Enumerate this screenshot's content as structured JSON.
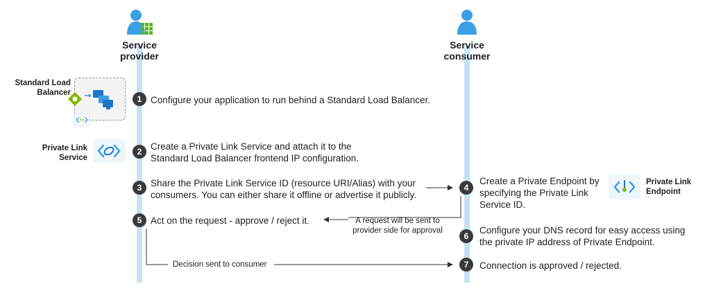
{
  "actors": {
    "provider": {
      "line1": "Service",
      "line2": "provider"
    },
    "consumer": {
      "line1": "Service",
      "line2": "consumer"
    }
  },
  "resources": {
    "load_balancer": {
      "line1": "Standard Load",
      "line2": "Balancer"
    },
    "private_link_service": {
      "line1": "Private Link",
      "line2": "Service"
    },
    "private_link_endpoint": {
      "line1": "Private Link",
      "line2": "Endpoint"
    }
  },
  "steps": [
    {
      "number": "1",
      "lines": [
        "Configure your application to run behind a Standard Load Balancer."
      ]
    },
    {
      "number": "2",
      "lines": [
        "Create a Private Link Service and attach it to the",
        "Standard Load Balancer frontend IP configuration."
      ]
    },
    {
      "number": "3",
      "lines": [
        "Share the Private Link Service ID (resource URI/Alias) with your",
        "consumers. You can either share it offline or advertise it publicly."
      ]
    },
    {
      "number": "4",
      "lines": [
        "Create a Private Endpoint by",
        "specifying the Private Link",
        "Service ID."
      ]
    },
    {
      "number": "5",
      "lines": [
        "Act on the request - approve / reject it."
      ]
    },
    {
      "number": "6",
      "lines": [
        "Configure your DNS record for easy access using",
        "the private IP address of Private Endpoint."
      ]
    },
    {
      "number": "7",
      "lines": [
        "Connection is approved / rejected."
      ]
    }
  ],
  "annotations": {
    "request_sent": {
      "line1": "A request will be sent to",
      "line2": "provider side for approval"
    },
    "decision_sent": "Decision sent to consumer"
  },
  "colors": {
    "lifeline": "#c3e2f5",
    "step_circle": "#3a3a3a",
    "person_icon": "#3aa0e3",
    "grid_icon": "#5db81e",
    "diamond_icon": "#7fba00"
  }
}
